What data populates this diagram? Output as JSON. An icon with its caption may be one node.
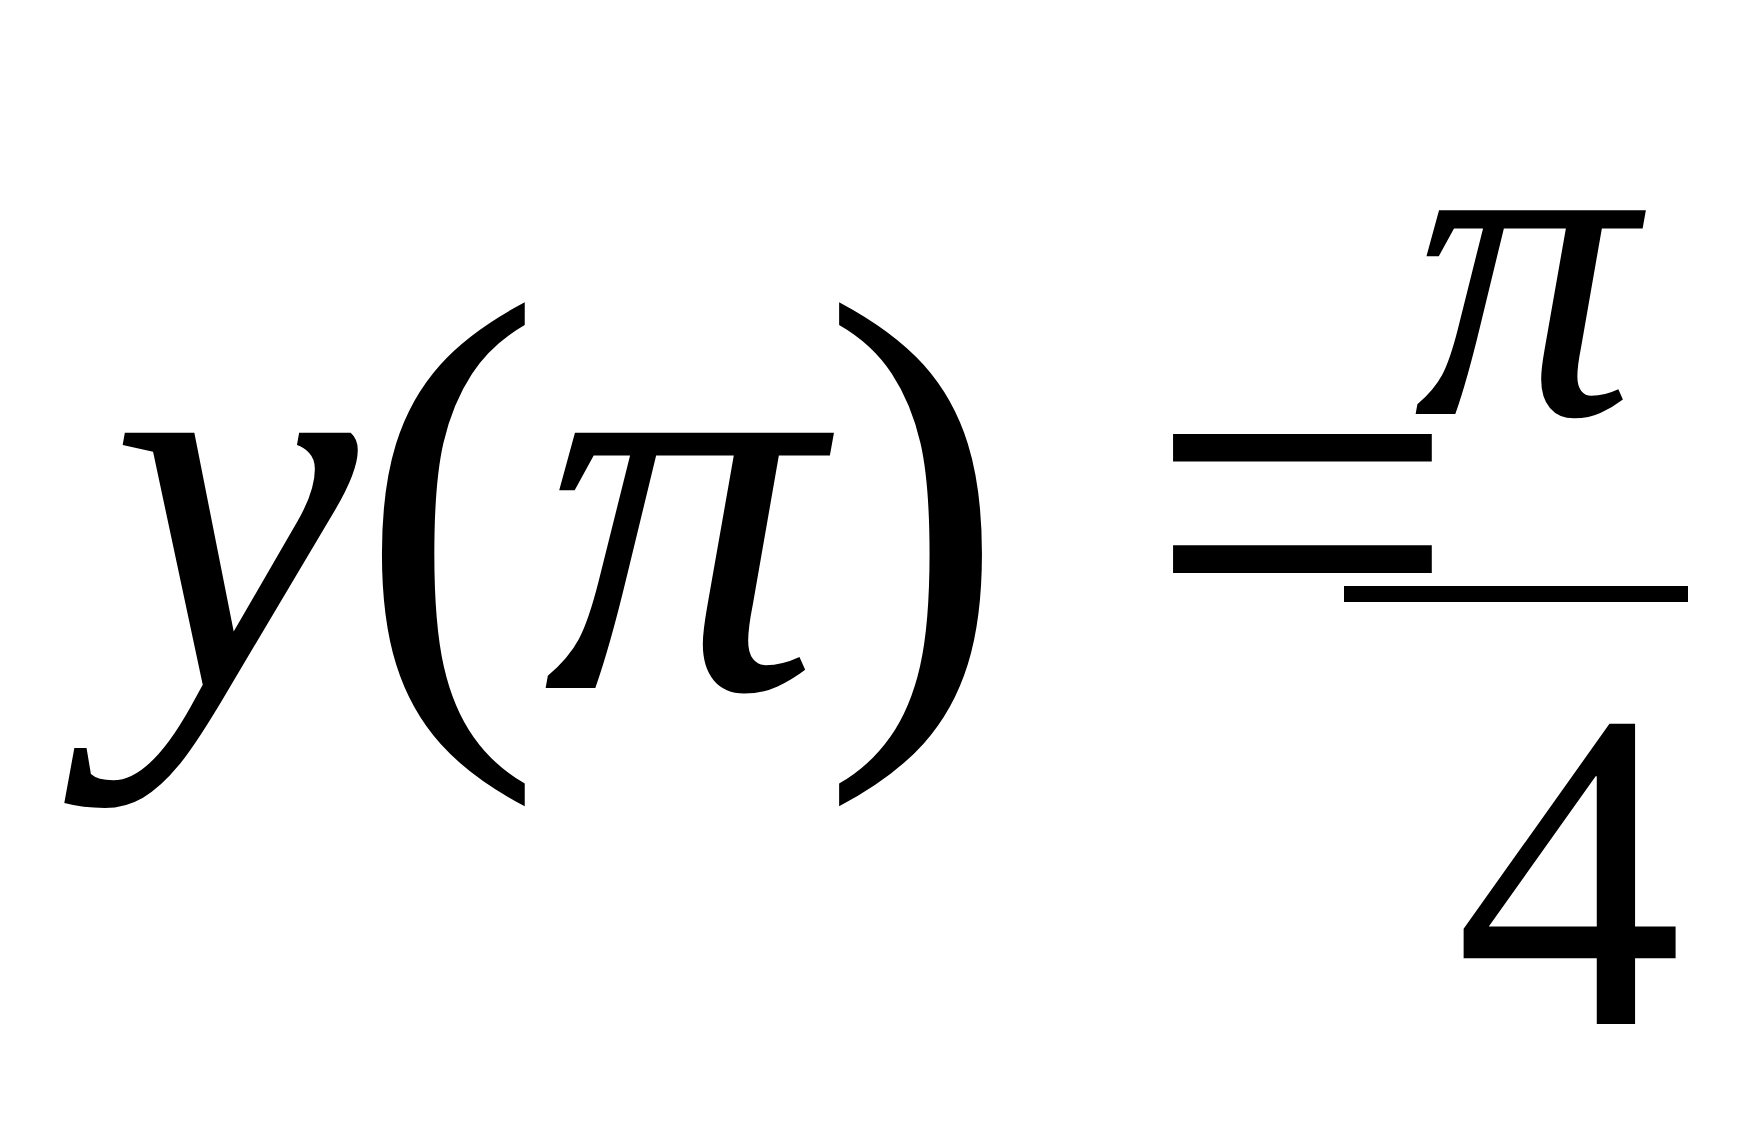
{
  "diagram": {
    "labels": [
      "*y*(*π*) =",
      "π",
      "4"
    ]
  }
}
